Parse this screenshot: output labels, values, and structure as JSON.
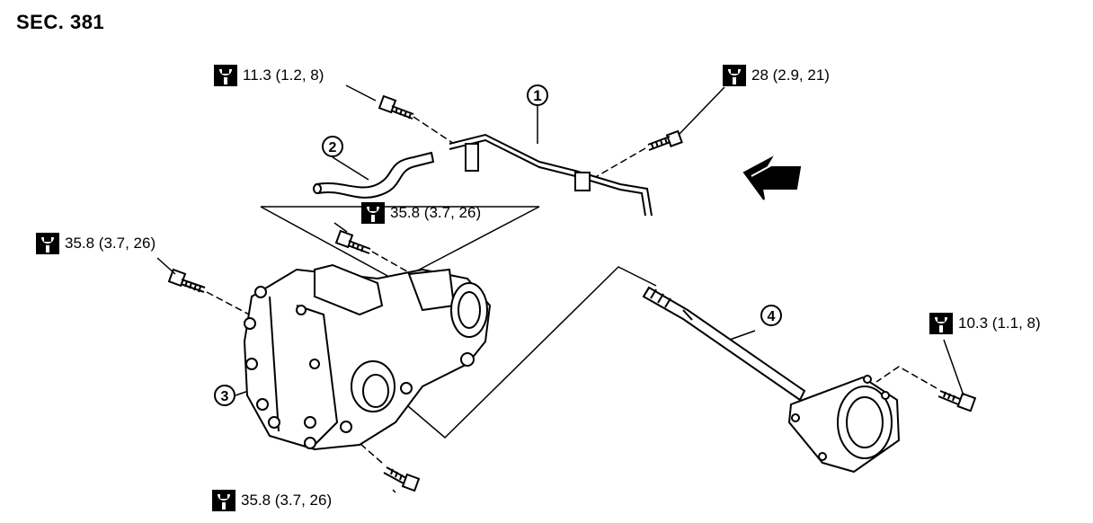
{
  "section": {
    "title": "SEC. 381"
  },
  "icons": {
    "torque": "torque-wrench-icon",
    "direction": "front-arrow-icon"
  },
  "torque_labels": [
    {
      "id": "t1",
      "text": "11.3 (1.2, 8)"
    },
    {
      "id": "t2",
      "text": "28 (2.9, 21)"
    },
    {
      "id": "t3",
      "text": "35.8 (3.7, 26)"
    },
    {
      "id": "t4",
      "text": "35.8 (3.7, 26)"
    },
    {
      "id": "t5",
      "text": "10.3 (1.1, 8)"
    },
    {
      "id": "t6",
      "text": "35.8 (3.7, 26)"
    }
  ],
  "callouts": [
    {
      "id": "c1",
      "number": "1"
    },
    {
      "id": "c2",
      "number": "2"
    },
    {
      "id": "c3",
      "number": "3"
    },
    {
      "id": "c4",
      "number": "4"
    }
  ]
}
